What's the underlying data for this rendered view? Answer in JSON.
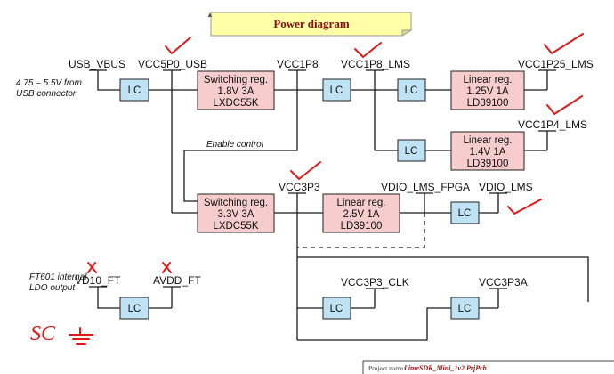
{
  "title": "Power diagram",
  "nets": {
    "usb_vbus": "USB_VBUS",
    "vcc5p0_usb": "VCC5P0_USB",
    "vcc1p8": "VCC1P8",
    "vcc1p8_lms": "VCC1P8_LMS",
    "vcc1p25_lms": "VCC1P25_LMS",
    "vcc1p4_lms": "VCC1P4_LMS",
    "vcc3p3": "VCC3P3",
    "vdio_lms_fpga": "VDIO_LMS_FPGA",
    "vdio_lms": "VDIO_LMS",
    "vd10_ft": "VD10_FT",
    "avdd_ft": "AVDD_FT",
    "vcc3p3_clk": "VCC3P3_CLK",
    "vcc3p3a": "VCC3P3A"
  },
  "notes": {
    "usb_input_1": "4.75 – 5.5V from",
    "usb_input_2": "USB connector",
    "enable": "Enable control",
    "ft601_1": "FT601 internal",
    "ft601_2": "LDO output"
  },
  "lc_label": "LC",
  "regulators": {
    "sw18": [
      "Switching reg.",
      "1.8V 3A",
      "LXDC55K"
    ],
    "sw33": [
      "Switching reg.",
      "3.3V 3A",
      "LXDC55K"
    ],
    "lin125": [
      "Linear reg.",
      "1.25V 1A",
      "LD39100"
    ],
    "lin14": [
      "Linear reg.",
      "1.4V 1A",
      "LD39100"
    ],
    "lin25": [
      "Linear reg.",
      "2.5V 1A",
      "LD39100"
    ]
  },
  "annotations": {
    "handwritten": "SC"
  },
  "footer": {
    "project_label": "Project name:",
    "project_value": "LimeSDR_Mini_1v2.PrjPcb"
  },
  "colors": {
    "lc_fill": "#bfe3f4",
    "regulator_fill": "#f6cccc",
    "title_box": "#ffffa8",
    "annotation": "#e01818"
  }
}
